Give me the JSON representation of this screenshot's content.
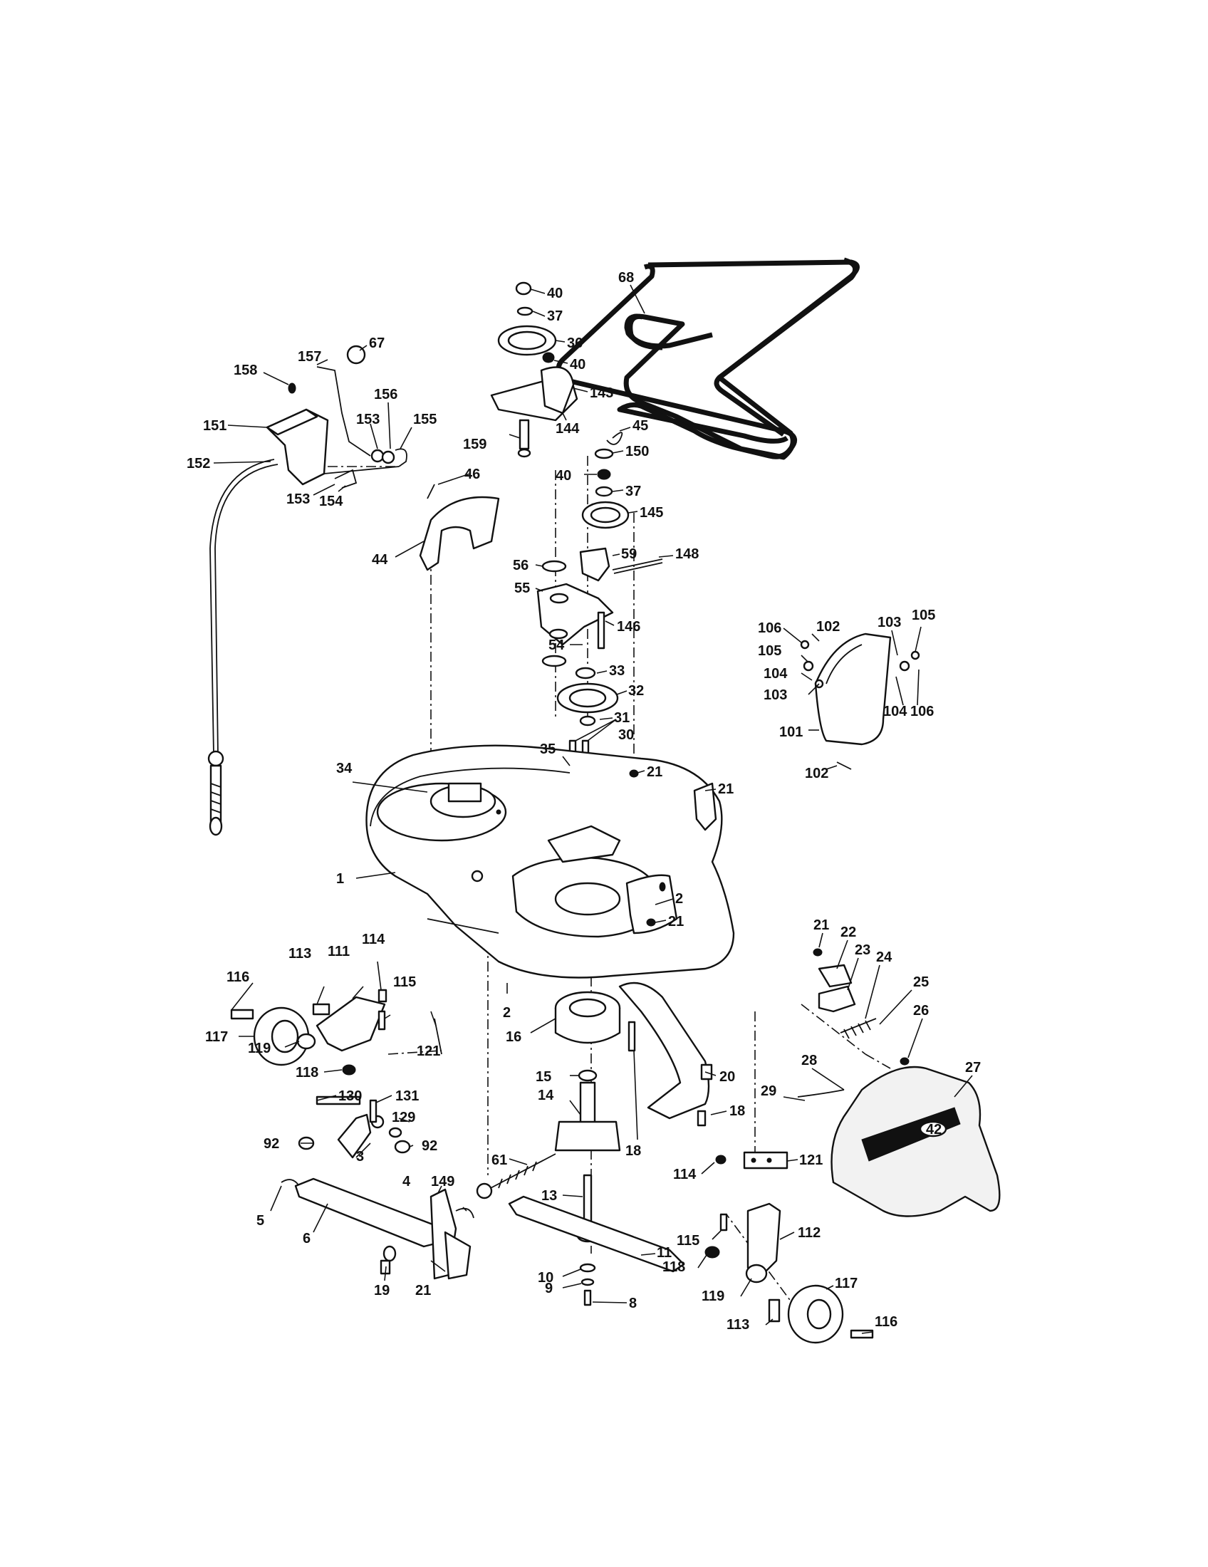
{
  "diagram": {
    "callouts": [
      {
        "id": "68",
        "text": "68"
      },
      {
        "id": "40a",
        "text": "40"
      },
      {
        "id": "37a",
        "text": "37"
      },
      {
        "id": "36",
        "text": "36"
      },
      {
        "id": "40b",
        "text": "40"
      },
      {
        "id": "143",
        "text": "143"
      },
      {
        "id": "144",
        "text": "144"
      },
      {
        "id": "159",
        "text": "159"
      },
      {
        "id": "45",
        "text": "45"
      },
      {
        "id": "150",
        "text": "150"
      },
      {
        "id": "40c",
        "text": "40"
      },
      {
        "id": "37b",
        "text": "37"
      },
      {
        "id": "145",
        "text": "145"
      },
      {
        "id": "67",
        "text": "67"
      },
      {
        "id": "157",
        "text": "157"
      },
      {
        "id": "158a",
        "text": "158"
      },
      {
        "id": "151",
        "text": "151"
      },
      {
        "id": "156",
        "text": "156"
      },
      {
        "id": "153a",
        "text": "153"
      },
      {
        "id": "155",
        "text": "155"
      },
      {
        "id": "152",
        "text": "152"
      },
      {
        "id": "153b",
        "text": "153"
      },
      {
        "id": "154",
        "text": "154"
      },
      {
        "id": "46",
        "text": "46"
      },
      {
        "id": "44",
        "text": "44"
      },
      {
        "id": "56",
        "text": "56"
      },
      {
        "id": "59",
        "text": "59"
      },
      {
        "id": "148",
        "text": "148"
      },
      {
        "id": "55",
        "text": "55"
      },
      {
        "id": "146",
        "text": "146"
      },
      {
        "id": "54",
        "text": "54"
      },
      {
        "id": "33",
        "text": "33"
      },
      {
        "id": "32",
        "text": "32"
      },
      {
        "id": "31",
        "text": "31"
      },
      {
        "id": "30",
        "text": "30"
      },
      {
        "id": "35",
        "text": "35"
      },
      {
        "id": "34",
        "text": "34"
      },
      {
        "id": "21a",
        "text": "21"
      },
      {
        "id": "21b",
        "text": "21"
      },
      {
        "id": "1",
        "text": "1"
      },
      {
        "id": "2a",
        "text": "2"
      },
      {
        "id": "21c",
        "text": "21"
      },
      {
        "id": "106a",
        "text": "106"
      },
      {
        "id": "102a",
        "text": "102"
      },
      {
        "id": "103a",
        "text": "103"
      },
      {
        "id": "105a",
        "text": "105"
      },
      {
        "id": "105b",
        "text": "105"
      },
      {
        "id": "104a",
        "text": "104"
      },
      {
        "id": "103b",
        "text": "103"
      },
      {
        "id": "104b",
        "text": "104"
      },
      {
        "id": "106b",
        "text": "106"
      },
      {
        "id": "101",
        "text": "101"
      },
      {
        "id": "102b",
        "text": "102"
      },
      {
        "id": "21d",
        "text": "21"
      },
      {
        "id": "22",
        "text": "22"
      },
      {
        "id": "23",
        "text": "23"
      },
      {
        "id": "24",
        "text": "24"
      },
      {
        "id": "25",
        "text": "25"
      },
      {
        "id": "26",
        "text": "26"
      },
      {
        "id": "27",
        "text": "27"
      },
      {
        "id": "28",
        "text": "28"
      },
      {
        "id": "29",
        "text": "29"
      },
      {
        "id": "116a",
        "text": "116"
      },
      {
        "id": "113a",
        "text": "113"
      },
      {
        "id": "111",
        "text": "111"
      },
      {
        "id": "114a",
        "text": "114"
      },
      {
        "id": "115a",
        "text": "115"
      },
      {
        "id": "117a",
        "text": "117"
      },
      {
        "id": "119a",
        "text": "119"
      },
      {
        "id": "121a",
        "text": "121"
      },
      {
        "id": "118a",
        "text": "118"
      },
      {
        "id": "2b",
        "text": "2"
      },
      {
        "id": "16",
        "text": "16"
      },
      {
        "id": "15",
        "text": "15"
      },
      {
        "id": "20",
        "text": "20"
      },
      {
        "id": "14",
        "text": "14"
      },
      {
        "id": "18a",
        "text": "18"
      },
      {
        "id": "18b",
        "text": "18"
      },
      {
        "id": "130",
        "text": "130"
      },
      {
        "id": "131",
        "text": "131"
      },
      {
        "id": "129",
        "text": "129"
      },
      {
        "id": "92a",
        "text": "92"
      },
      {
        "id": "92b",
        "text": "92"
      },
      {
        "id": "3",
        "text": "3"
      },
      {
        "id": "61",
        "text": "61"
      },
      {
        "id": "4",
        "text": "4"
      },
      {
        "id": "149",
        "text": "149"
      },
      {
        "id": "5",
        "text": "5"
      },
      {
        "id": "6",
        "text": "6"
      },
      {
        "id": "13",
        "text": "13"
      },
      {
        "id": "11",
        "text": "11"
      },
      {
        "id": "19",
        "text": "19"
      },
      {
        "id": "21e",
        "text": "21"
      },
      {
        "id": "10",
        "text": "10"
      },
      {
        "id": "9",
        "text": "9"
      },
      {
        "id": "8",
        "text": "8"
      },
      {
        "id": "114b",
        "text": "114"
      },
      {
        "id": "121b",
        "text": "121"
      },
      {
        "id": "115b",
        "text": "115"
      },
      {
        "id": "112",
        "text": "112"
      },
      {
        "id": "118b",
        "text": "118"
      },
      {
        "id": "119b",
        "text": "119"
      },
      {
        "id": "117b",
        "text": "117"
      },
      {
        "id": "113b",
        "text": "113"
      },
      {
        "id": "116b",
        "text": "116"
      }
    ],
    "deck_badge": "42"
  }
}
